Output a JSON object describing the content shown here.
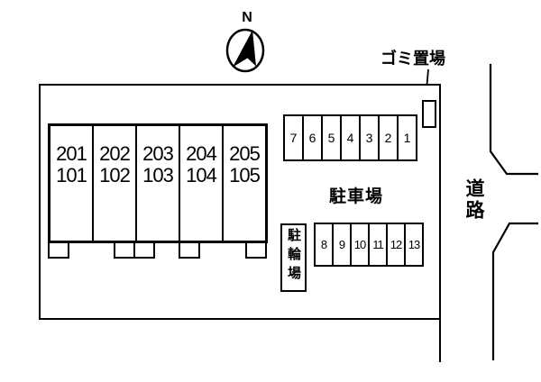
{
  "compass": {
    "north_label": "N"
  },
  "labels": {
    "garbage": "ゴミ置場",
    "parking_lot": "駐車場",
    "bicycle_parking": "駐輪場",
    "road": "道路"
  },
  "building": {
    "units": [
      {
        "upper": "201",
        "lower": "101"
      },
      {
        "upper": "202",
        "lower": "102"
      },
      {
        "upper": "203",
        "lower": "103"
      },
      {
        "upper": "204",
        "lower": "104"
      },
      {
        "upper": "205",
        "lower": "105"
      }
    ]
  },
  "parking": {
    "top_row_spaces": [
      "7",
      "6",
      "5",
      "4",
      "3",
      "2",
      "1"
    ],
    "bottom_row_spaces": [
      "8",
      "9",
      "10",
      "11",
      "12",
      "13"
    ]
  },
  "colors": {
    "line": "#000000",
    "background": "#ffffff"
  }
}
